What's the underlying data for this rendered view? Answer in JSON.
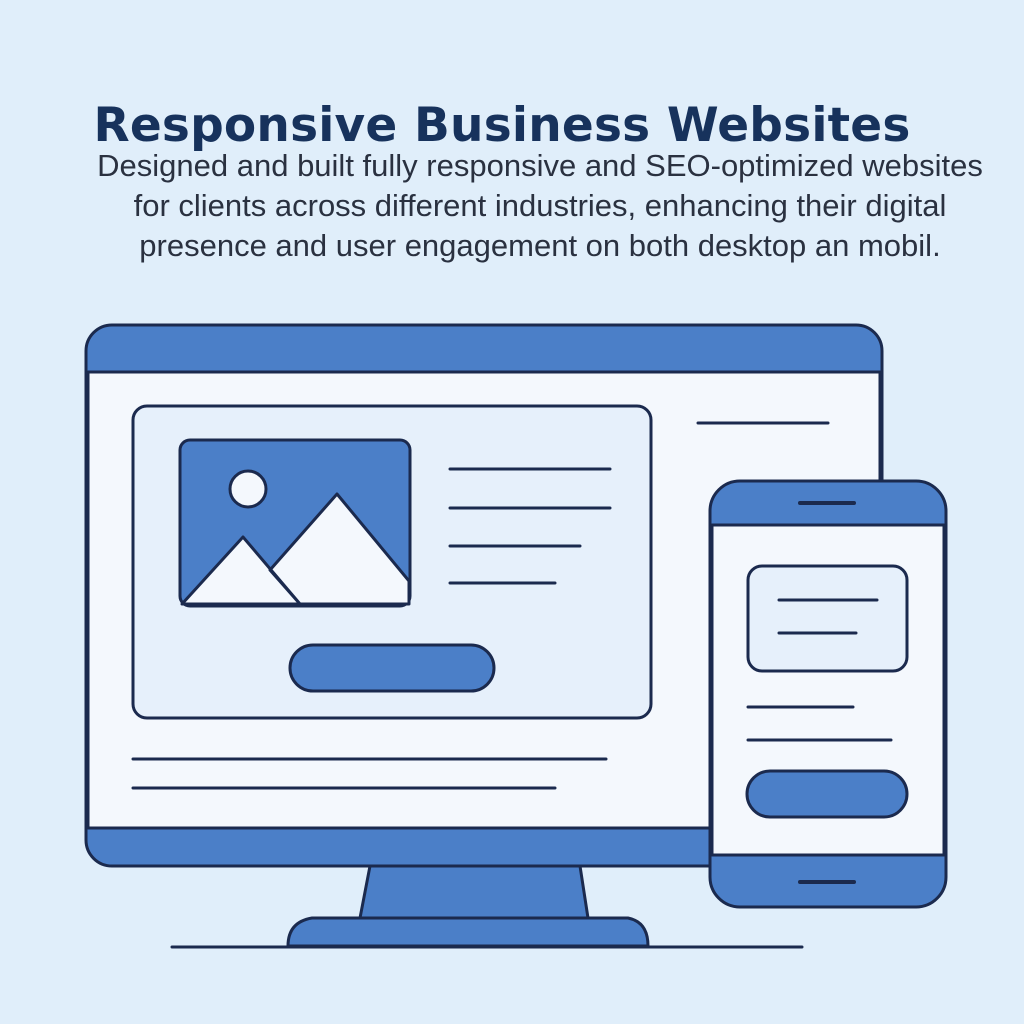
{
  "page": {
    "title": "Responsive Business Websites",
    "description_lines": [
      "Designed and built fully responsive and SEO-optimized websites",
      "for clients across different industries, enhancing their digital",
      "presence and user engagement on both desktop an mobil."
    ]
  },
  "illustration": {
    "icons": [
      "desktop-monitor-icon",
      "smartphone-icon",
      "image-placeholder-icon"
    ],
    "colors": {
      "background": "#e0eefa",
      "accent_blue": "#4b7fc8",
      "outline": "#1b2a4e",
      "screen": "#f4f8fd",
      "card": "#e6f0fb",
      "title_text": "#17325c",
      "body_text": "#2a3140"
    }
  }
}
